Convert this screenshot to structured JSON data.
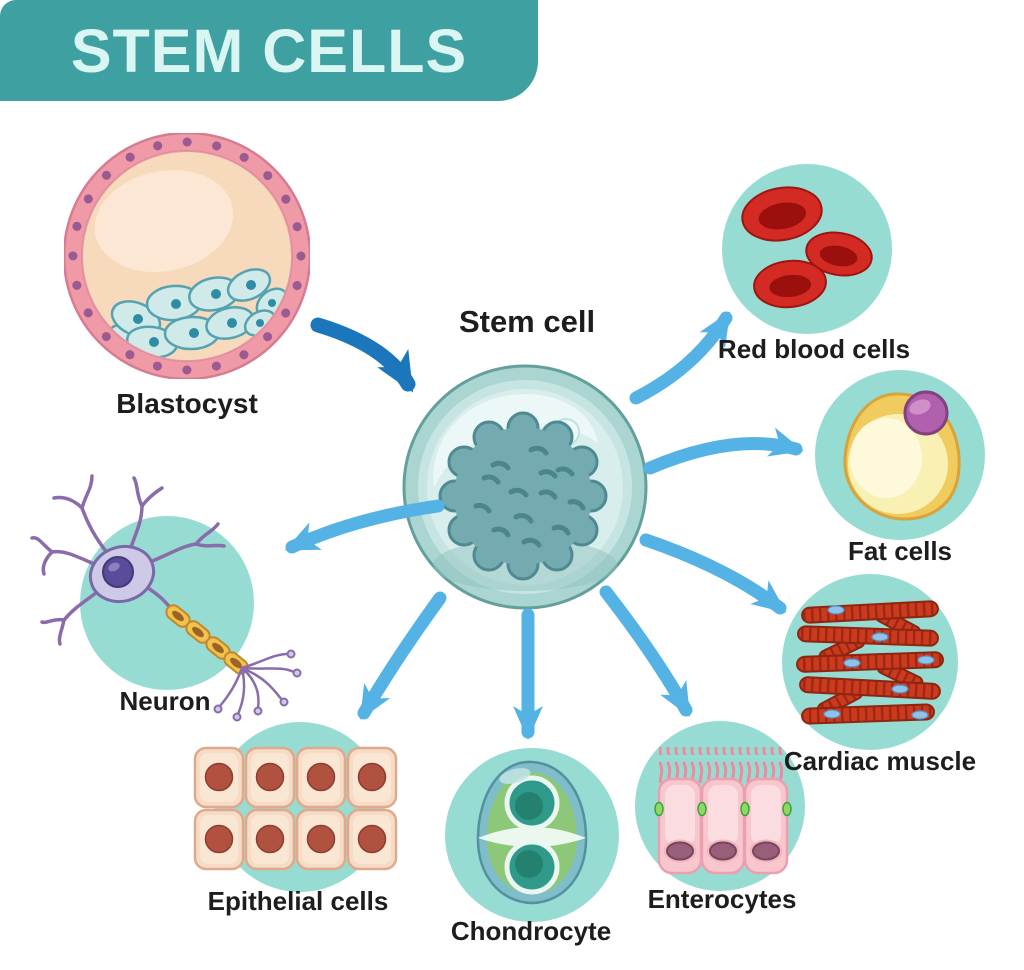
{
  "title": "STEM CELLS",
  "nodes": {
    "blastocyst": {
      "label": "Blastocyst"
    },
    "stem_cell": {
      "label": "Stem cell"
    },
    "red_blood_cells": {
      "label": "Red blood cells"
    },
    "fat_cells": {
      "label": "Fat cells"
    },
    "cardiac_muscle": {
      "label": "Cardiac muscle"
    },
    "enterocytes": {
      "label": "Enterocytes"
    },
    "chondrocyte": {
      "label": "Chondrocyte"
    },
    "epithelial_cells": {
      "label": "Epithelial cells"
    },
    "neuron": {
      "label": "Neuron"
    }
  },
  "colors": {
    "banner_bg": "#3fa0a2",
    "banner_text": "#d9f6f3",
    "node_disc": "#96dcd2",
    "arrow_light": "#55b2e5",
    "arrow_dark": "#1c76bb",
    "label_text": "#1d1d1d"
  }
}
